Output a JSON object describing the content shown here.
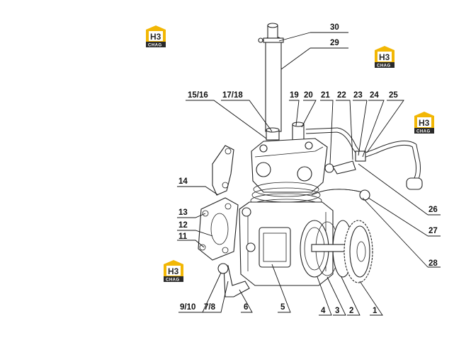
{
  "logo": {
    "mark": "H3",
    "caption": "CHAG"
  },
  "labels": {
    "l30": "30",
    "l29": "29",
    "l15_16": "15/16",
    "l17_18": "17/18",
    "l19": "19",
    "l20": "20",
    "l21": "21",
    "l22": "22",
    "l23": "23",
    "l24": "24",
    "l25": "25",
    "l14": "14",
    "l13": "13",
    "l12": "12",
    "l11": "11",
    "l26": "26",
    "l27": "27",
    "l28": "28",
    "l9_10": "9/10",
    "l7_8": "7/8",
    "l6": "6",
    "l5": "5",
    "l4": "4",
    "l3": "3",
    "l2": "2",
    "l1": "1"
  },
  "colors": {
    "logo_yellow": "#f2b705",
    "logo_dark": "#2a2a2a",
    "line": "#111111"
  }
}
